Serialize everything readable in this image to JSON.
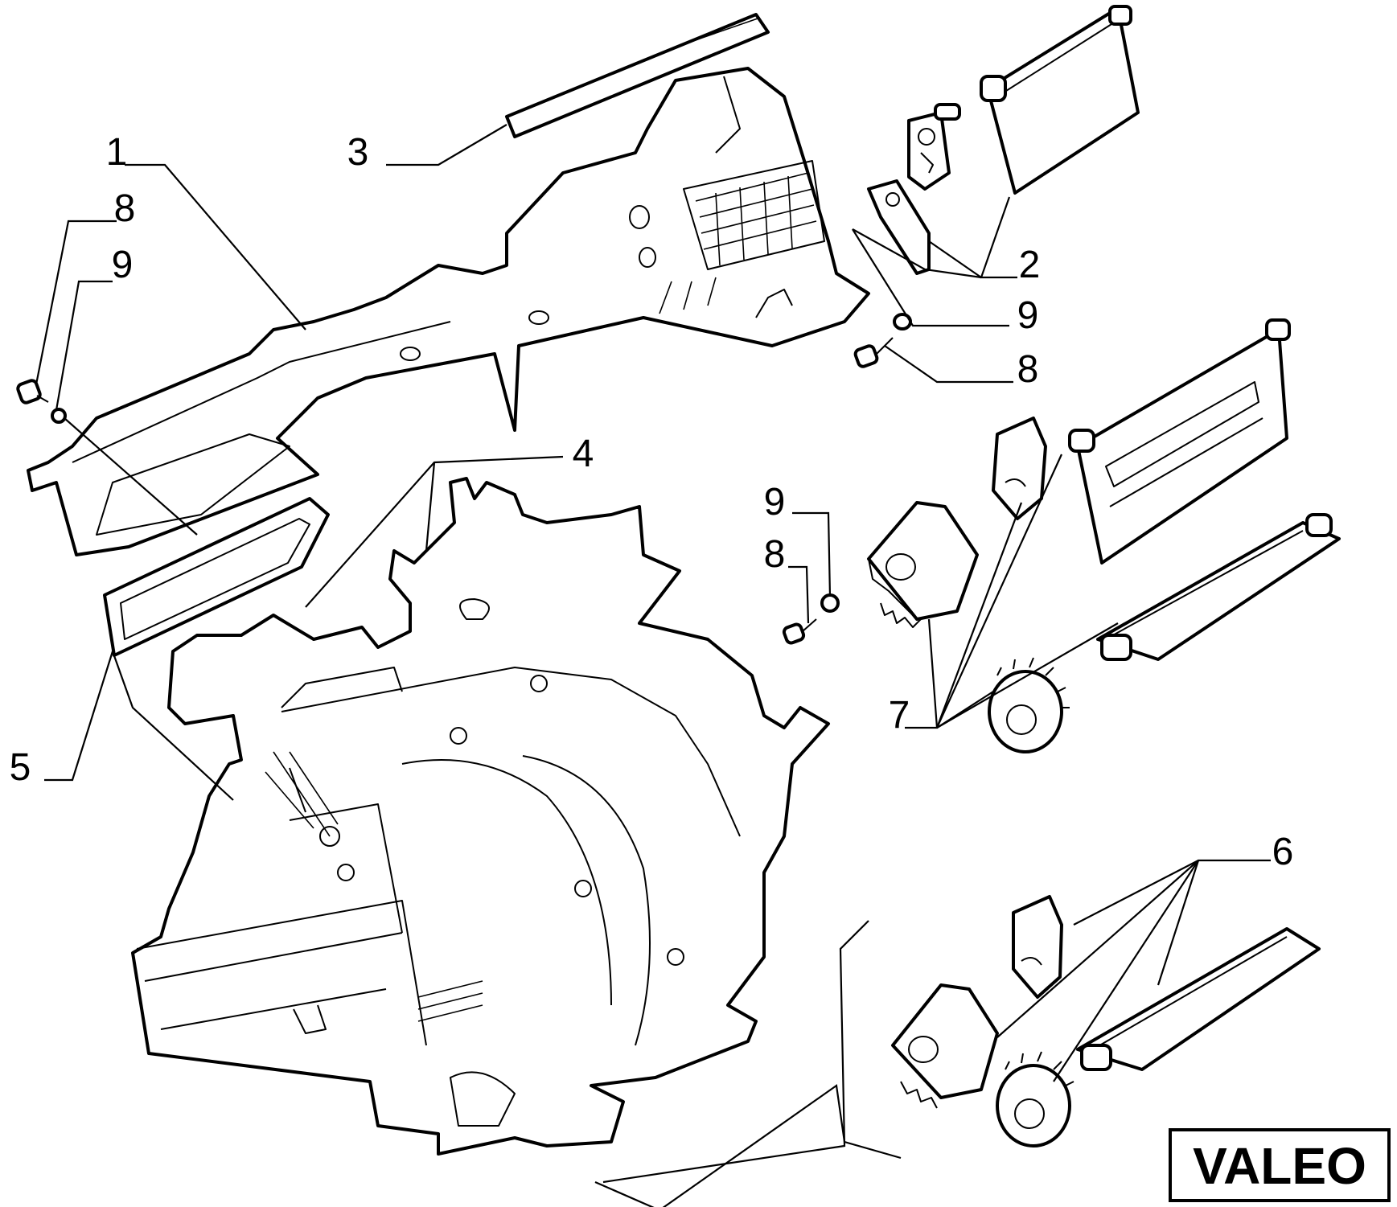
{
  "diagram": {
    "callouts": [
      "1",
      "2",
      "3",
      "4",
      "5",
      "6",
      "7",
      "8",
      "9"
    ],
    "repeat_labels": {
      "label_8_right": "8",
      "label_9_right": "9",
      "label_8_mid": "8",
      "label_9_mid": "9"
    },
    "brand": "VALEO",
    "colors": {
      "line": "#000000",
      "background": "#ffffff"
    }
  }
}
